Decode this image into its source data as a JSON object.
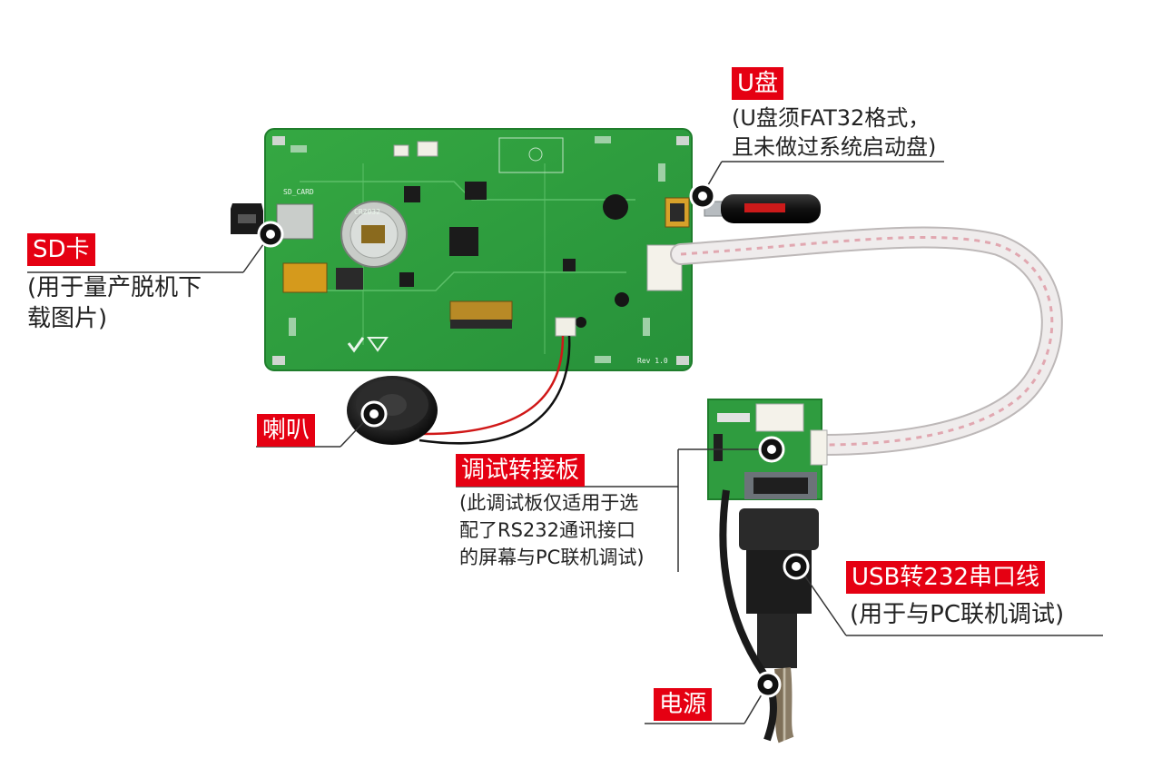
{
  "labels": {
    "u_disk": "U盘",
    "sd_card": "SD卡",
    "speaker": "喇叭",
    "debug_board": "调试转接板",
    "usb232": "USB转232串口线",
    "power": "电源"
  },
  "notes": {
    "u_disk": [
      "(U盘须FAT32格式，",
      "且未做过系统启动盘)"
    ],
    "sd_card": [
      "(用于量产脱机下",
      "载图片)"
    ],
    "debug_board": [
      "(此调试板仅适用于选",
      "配了RS232通讯接口",
      "的屏幕与PC联机调试)"
    ],
    "usb232": [
      "(用于与PC联机调试)"
    ]
  },
  "pcb_text": {
    "sd_slot": "SD_CARD",
    "battery": "CR2032",
    "revision": "Rev 1.0"
  },
  "colors": {
    "label_bg": "#e50012",
    "label_text": "#ffffff",
    "note_text": "#222222",
    "pcb_green": "#2e9e3a",
    "pcb_dark": "#1f7d2c",
    "marker": "#111111",
    "leader_line": "#333333",
    "cable_ribbon": "#e8e4e4",
    "wire_red": "#d01818"
  },
  "icons": {
    "marker": "callout-dot-icon",
    "speaker": "speaker-icon",
    "usb_drive": "usb-drive-icon",
    "sd_card": "microsd-card-icon"
  }
}
